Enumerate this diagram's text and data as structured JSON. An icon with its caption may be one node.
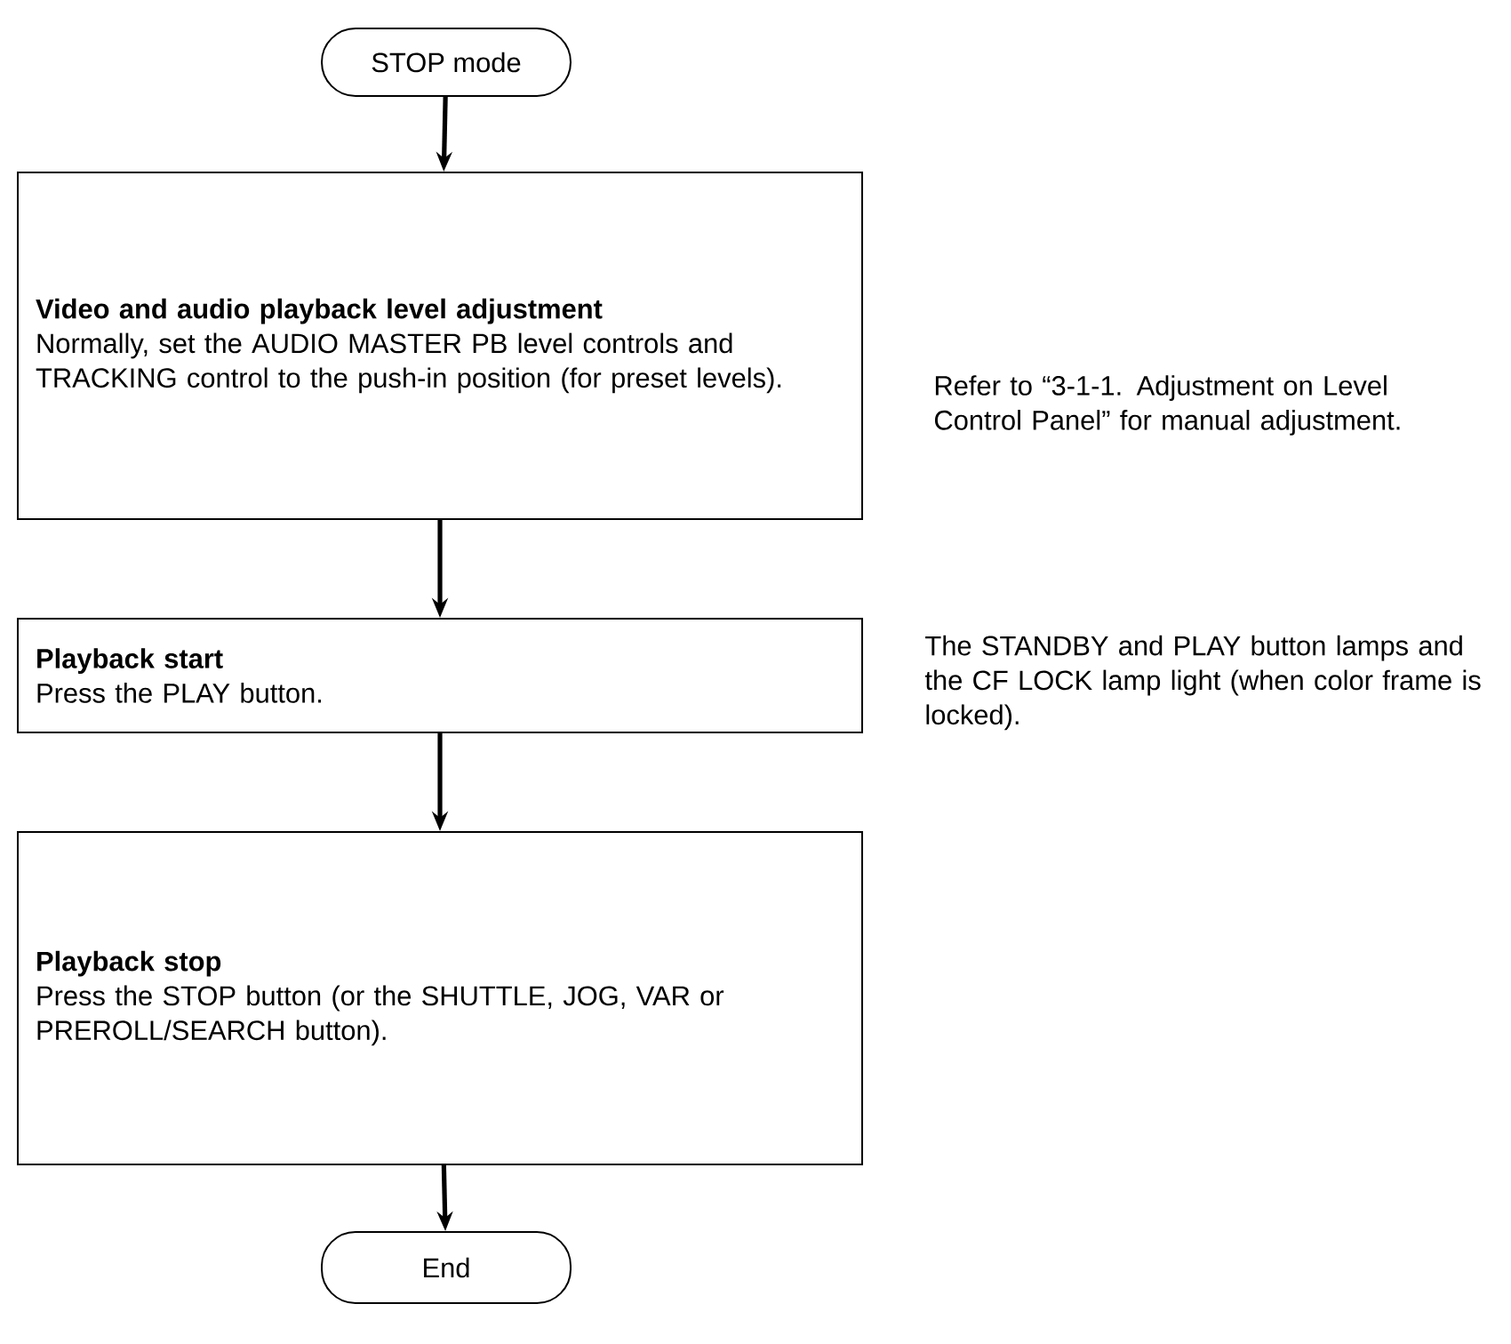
{
  "diagram": {
    "nodes": [
      {
        "text": [
          "STOP mode"
        ]
      },
      {
        "text": [
          "Video and audio playback level adjustment",
          "Normally, set the AUDIO MASTER PB level controls and TRACKING control to the push-in position (for preset levels)."
        ],
        "beside": [
          "Refer to “3-1-1. Adjustment on Level Control Panel” for manual adjustment."
        ]
      },
      {
        "text": [
          "Playback start",
          "Press the PLAY button."
        ],
        "beside": [
          "The STANDBY and PLAY button lamps and the CF LOCK lamp light (when color frame is locked)."
        ]
      },
      {
        "text": [
          "Playback stop",
          "Press the STOP button (or the SHUTTLE, JOG, VAR or PREROLL/SEARCH button)."
        ]
      },
      {
        "text": [
          "End"
        ]
      }
    ],
    "edges": [
      {
        "from": 0,
        "to": 1,
        "arrow": "to"
      },
      {
        "from": 1,
        "to": 2,
        "arrow": "to"
      },
      {
        "from": 2,
        "to": 3,
        "arrow": "to"
      },
      {
        "from": 3,
        "to": 4,
        "arrow": "to"
      }
    ]
  }
}
